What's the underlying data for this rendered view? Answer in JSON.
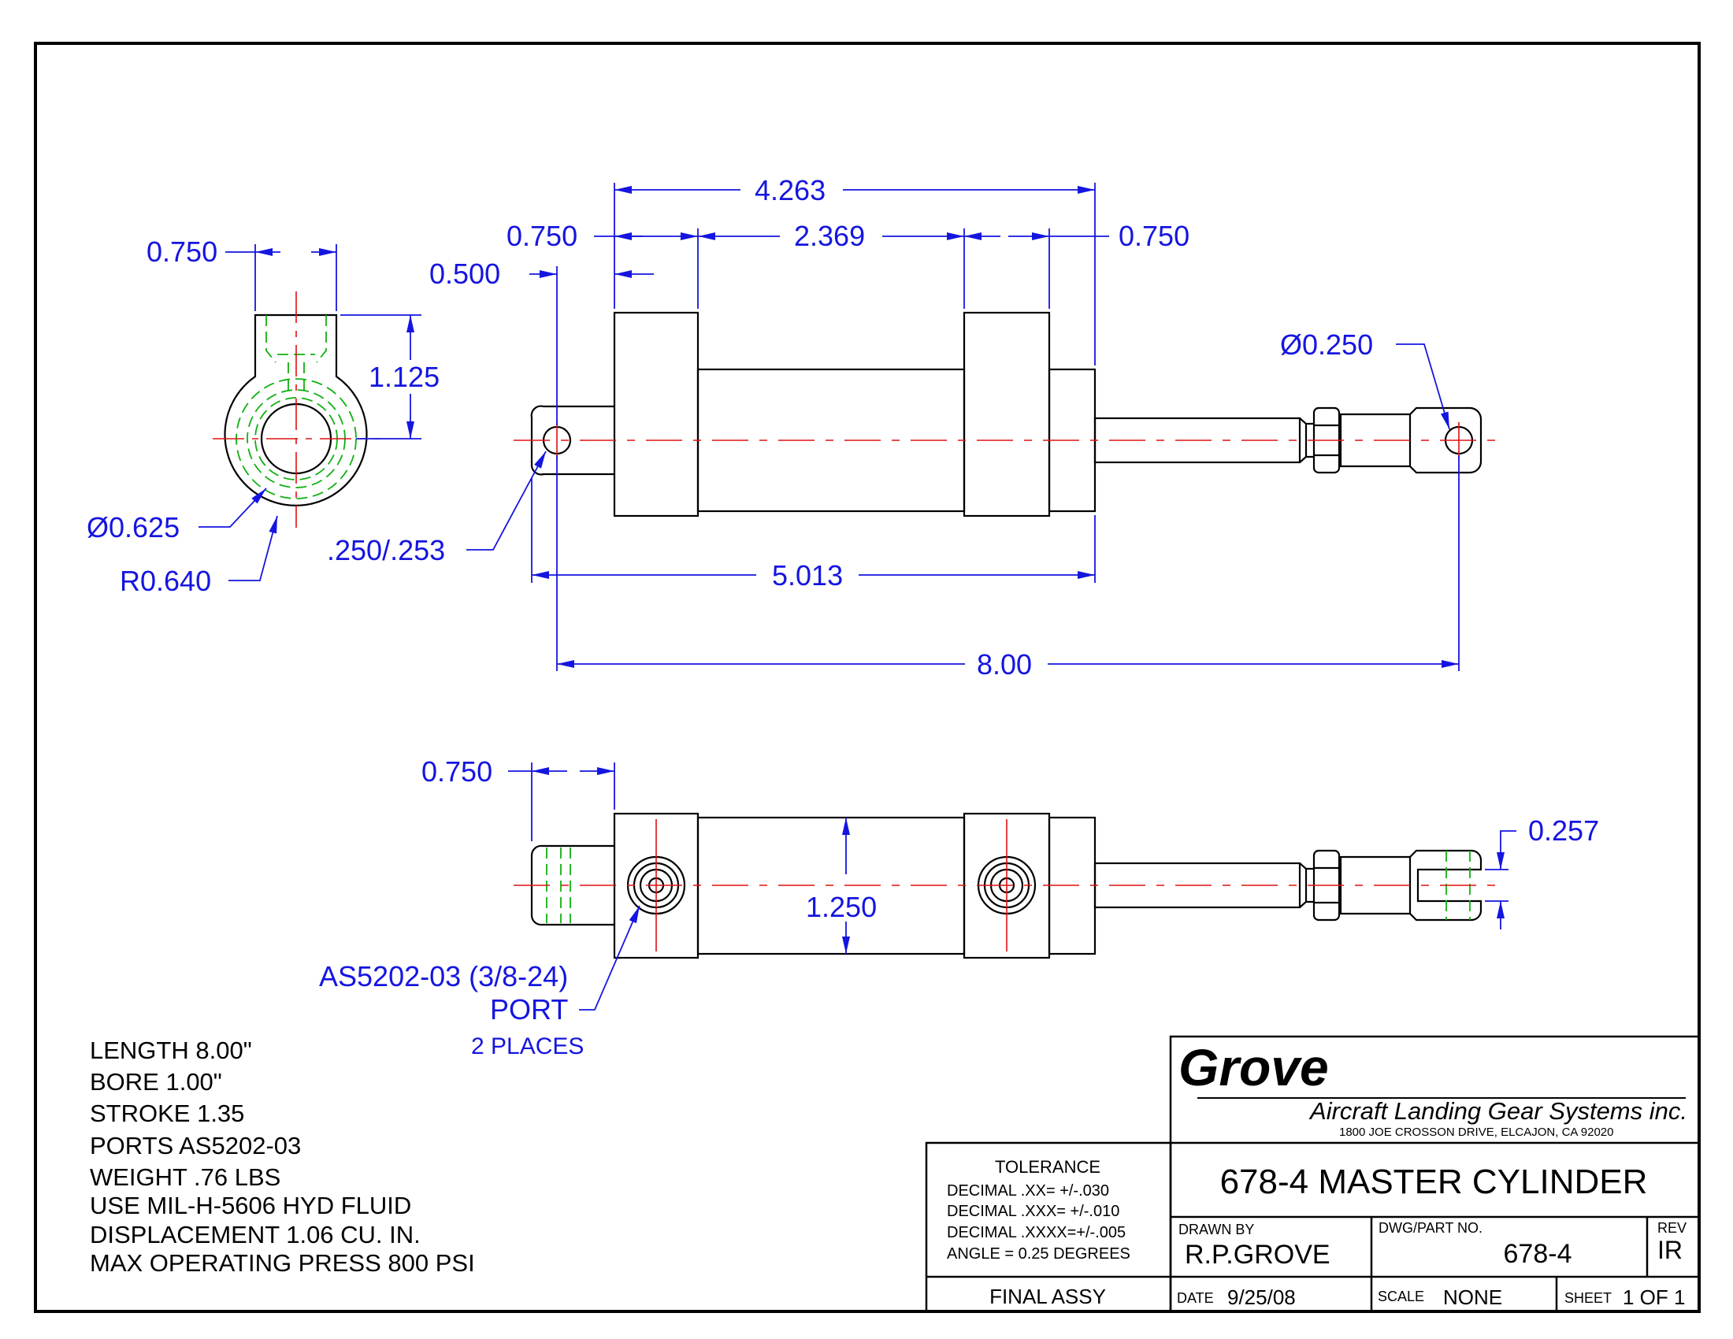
{
  "company": {
    "logo": "Grove",
    "subtitle": "Aircraft Landing Gear Systems inc.",
    "address": "1800 JOE CROSSON DRIVE, ELCAJON, CA 92020"
  },
  "title_block": {
    "title": "678-4 MASTER CYLINDER",
    "tolerance_heading": "TOLERANCE",
    "tolerance_lines": [
      "DECIMAL  .XX=  +/-.030",
      "DECIMAL  .XXX= +/-.010",
      "DECIMAL  .XXXX=+/-.005",
      "ANGLE = 0.25 DEGREES"
    ],
    "assy_label": "FINAL ASSY",
    "drawn_by_label": "DRAWN BY",
    "drawn_by": "R.P.GROVE",
    "dwg_label": "DWG/PART NO.",
    "dwg_no": "678-4",
    "rev_label": "REV",
    "rev": "IR",
    "date_label": "DATE",
    "date": "9/25/08",
    "scale_label": "SCALE",
    "scale": "NONE",
    "sheet_label": "SHEET",
    "sheet": "1 OF 1"
  },
  "specs": [
    "LENGTH 8.00\"",
    "BORE 1.00\"",
    "STROKE 1.35",
    "PORTS AS5202-03",
    "WEIGHT .76 LBS",
    "USE MIL-H-5606 HYD FLUID",
    "DISPLACEMENT 1.06 CU. IN.",
    "MAX OPERATING PRESS 800 PSI"
  ],
  "end_view": {
    "width_dim": "0.750",
    "height_dim": "1.125",
    "bore_dim": "Ø0.625",
    "radius_dim": "R0.640"
  },
  "top_view": {
    "overall_body": "4.263",
    "left_block": "0.750",
    "middle": "2.369",
    "right_block": "0.750",
    "rod_eye_offset": "0.500",
    "pin_hole": "Ø0.250",
    "left_hole": ".250/.253",
    "body_length": "5.013",
    "overall_length": "8.00"
  },
  "side_view": {
    "stub_dim": "0.750",
    "body_height": "1.250",
    "slot_dim": "0.257",
    "port_spec": "AS5202-03 (3/8-24)",
    "port_label": "PORT",
    "port_count": "2 PLACES"
  }
}
